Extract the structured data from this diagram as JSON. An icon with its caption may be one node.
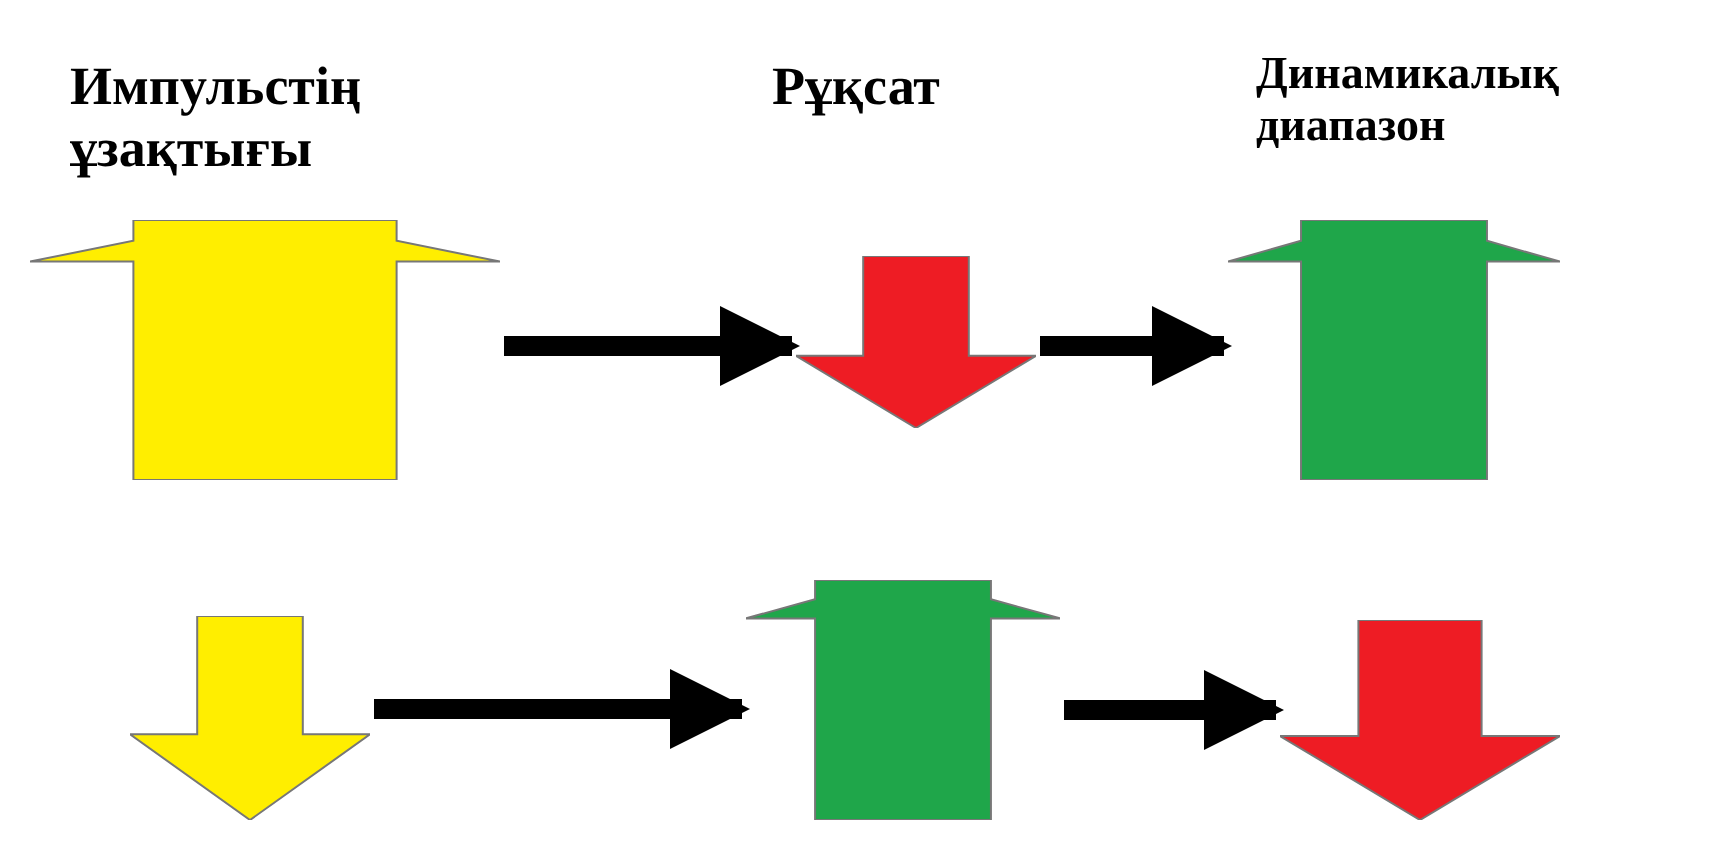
{
  "diagram": {
    "nodes": [
      {
        "text": [],
        "shape": "arrow"
      },
      {
        "text": [],
        "shape": "arrow"
      },
      {
        "text": [],
        "shape": "arrow"
      },
      {
        "text": [],
        "shape": "arrow"
      },
      {
        "text": [],
        "shape": "arrow"
      },
      {
        "text": [],
        "shape": "arrow"
      }
    ],
    "edges": [
      {
        "from": 0,
        "to": 1,
        "arrow": "to"
      },
      {
        "from": 1,
        "to": 2,
        "arrow": "to"
      },
      {
        "from": 3,
        "to": 4,
        "arrow": "to"
      },
      {
        "from": 4,
        "to": 5,
        "arrow": "to"
      }
    ],
    "labels": [
      "Импульстің ұзақтығы",
      "Рұқсат",
      "Динамикалық диапазон"
    ]
  }
}
